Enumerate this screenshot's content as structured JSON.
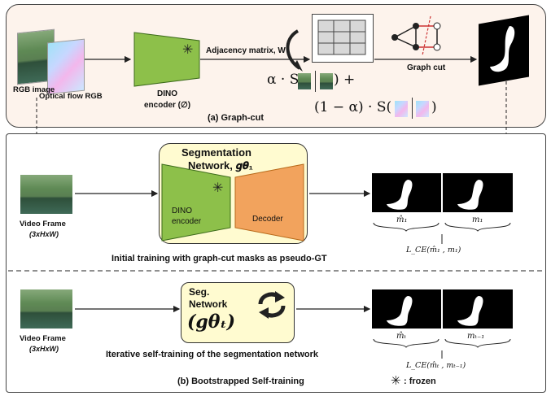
{
  "panel_a": {
    "caption": "(a) Graph-cut",
    "rgb_label": "RGB image",
    "flow_label": "Optical flow RGB",
    "encoder_label_1": "DINO",
    "encoder_label_2": "encoder (∅)",
    "adjacency_label": "Adjacency matrix, W",
    "graph_cut_label": "Graph cut",
    "alpha": "α · S(",
    "plus": ") +",
    "one_minus_alpha": "(1 − α) · S(",
    "close_paren": ")"
  },
  "panel_b": {
    "caption": "(b) Bootstrapped Self-training",
    "frozen_label": ": frozen",
    "seg_net_title_1": "Segmentation",
    "seg_net_title_2": "Network, 𝒈𝜽₁",
    "dino_label_1": "DINO",
    "dino_label_2": "encoder",
    "decoder_label": "Decoder",
    "video_frame_label": "Video Frame",
    "video_frame_dims": "(3xHxW)",
    "initial_caption": "Initial training with graph-cut masks as pseudo-GT",
    "mask_label_1a": "m̂₁",
    "mask_label_1b": "m₁",
    "loss_1": "L_CE(m̂₁ , m₁)",
    "seg_label_1": "Seg.",
    "seg_label_2": "Network",
    "g_theta_t": "(𝒈𝜽ₜ)",
    "iterative_caption": "Iterative self-training of the segmentation network",
    "mask_label_2a": "m̂ₜ",
    "mask_label_2b": "mₜ₋₁",
    "loss_2": "L_CE(m̂ₜ , mₜ₋₁)"
  },
  "colors": {
    "panel_a_bg": "#fdf3ec",
    "seg_box_bg": "#fffbd0",
    "encoder_green": "#8dc04a",
    "decoder_orange": "#f2a35d"
  }
}
